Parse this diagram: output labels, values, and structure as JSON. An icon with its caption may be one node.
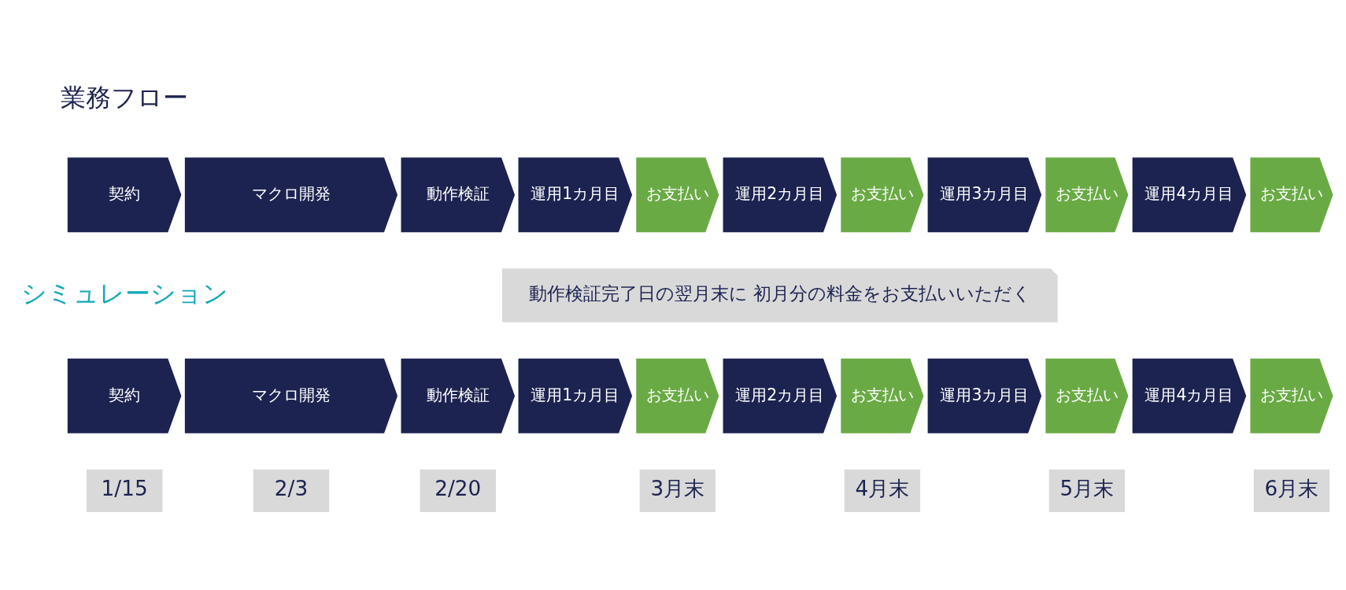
{
  "diagram": {
    "nodes": [
      {
        "text": [
          "契約"
        ]
      },
      {
        "text": [
          "マクロ開発"
        ]
      },
      {
        "text": [
          "動作検証"
        ]
      },
      {
        "text": [
          "運用1カ月目"
        ]
      },
      {
        "text": [
          "お支払い"
        ]
      },
      {
        "text": [
          "運用2カ月目"
        ]
      },
      {
        "text": [
          "お支払い"
        ]
      },
      {
        "text": [
          "運用3カ月目"
        ]
      },
      {
        "text": [
          "お支払い"
        ]
      },
      {
        "text": [
          "運用4カ月目"
        ]
      },
      {
        "text": [
          "お支払い"
        ]
      },
      {
        "text": [
          "契約"
        ]
      },
      {
        "text": [
          "マクロ開発"
        ]
      },
      {
        "text": [
          "動作検証"
        ]
      },
      {
        "text": [
          "運用1カ月目"
        ]
      },
      {
        "text": [
          "お支払い"
        ]
      },
      {
        "text": [
          "運用2カ月目"
        ]
      },
      {
        "text": [
          "お支払い"
        ]
      },
      {
        "text": [
          "運用3カ月目"
        ]
      },
      {
        "text": [
          "お支払い"
        ]
      },
      {
        "text": [
          "運用4カ月目"
        ]
      },
      {
        "text": [
          "お支払い"
        ]
      },
      {
        "text": [
          "動作検証完了日の翌月末に 初月分の料金をお支払いいただく"
        ]
      },
      {
        "text": [
          "1/15"
        ]
      },
      {
        "text": [
          "2/3"
        ]
      },
      {
        "text": [
          "2/20"
        ]
      },
      {
        "text": [
          "3月末"
        ]
      },
      {
        "text": [
          "4月末"
        ]
      },
      {
        "text": [
          "5月末"
        ]
      },
      {
        "text": [
          "6月末"
        ]
      }
    ],
    "edges": [],
    "labels": [
      "業務フロー",
      "シミュレーション"
    ]
  }
}
